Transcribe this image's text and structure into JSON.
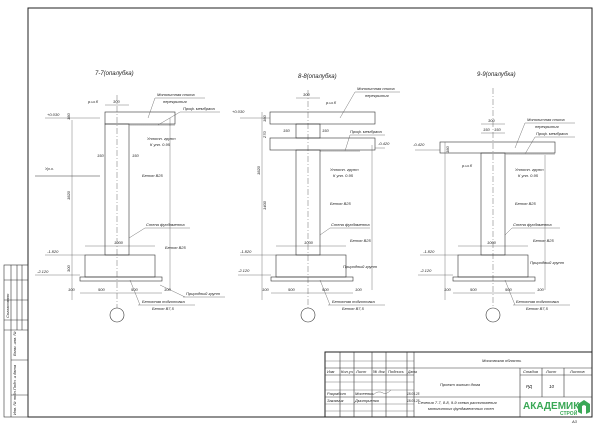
{
  "sections": [
    {
      "title": "7-7(опалубка)",
      "elev_top": "+0.030",
      "elev_mid": "-1.820",
      "elev_bot": "-2.120",
      "ground_mark": "Ур.з.",
      "dim_wall": "300",
      "dim_half_l": "150",
      "dim_half_r": "150",
      "dim_found": "1000",
      "dim_b1": "500",
      "dim_b2": "500",
      "dim_e1": "100",
      "dim_e2": "100",
      "dim_h_slab": "180",
      "dim_h_wall": "1820",
      "dim_h_found": "300",
      "dim_h_prep": "100",
      "rebar": "р.ш.б"
    },
    {
      "title": "8-8(опалубка)",
      "elev_top": "+0.030",
      "elev_slab2": "-0.420",
      "elev_mid": "-1.820",
      "elev_bot": "-2.120",
      "dim_wall": "300",
      "dim_half_l": "150",
      "dim_half_r": "150",
      "dim_found": "1000",
      "dim_b1": "500",
      "dim_b2": "500",
      "dim_e1": "100",
      "dim_e2": "100",
      "dim_h_slab": "180",
      "dim_h_gap": "270",
      "dim_h_wall": "1400",
      "dim_h_total": "1820",
      "rebar": "р.ш.б"
    },
    {
      "title": "9-9(опалубка)",
      "elev_top": "-0.420",
      "elev_mid": "-1.820",
      "elev_bot": "-2.120",
      "dim_wall": "300",
      "dim_half_l": "150",
      "dim_half_r": "150",
      "dim_found": "1000",
      "dim_b1": "500",
      "dim_b2": "500",
      "dim_e1": "100",
      "dim_e2": "100",
      "dim_h_slab": "180",
      "rebar": "р.ш.б"
    }
  ],
  "labels": {
    "slab_1": "Монолитная плита",
    "slab_2": "перекрытия",
    "membrane": "Проф. мембрана",
    "soil_1": "Уплотн. грунт",
    "soil_2": "К упл. 0.95",
    "concrete_wall": "Бетон В25",
    "found_wall": "Стена фундамента",
    "concrete_found": "Бетон В25",
    "natural_soil": "Природный грунт",
    "prep_1": "Бетонная подготовка",
    "prep_2": "Бетон В7,5"
  },
  "side_stamp": [
    "Согласовано",
    "Взам. инв. №",
    "Подп. и дата",
    "Инв. № подл."
  ],
  "title_block": {
    "region": "Московская область",
    "headers": [
      "Изм",
      "Кол.уч",
      "Лист",
      "№ док",
      "Подпись",
      "Дата"
    ],
    "rows": [
      {
        "role": "Разработ",
        "name": "Мосеенко",
        "date": "18.05.25"
      },
      {
        "role": "Заказчик",
        "name": "Дмитриенко",
        "date": "18.05.25"
      }
    ],
    "project": "Проект жилого дома",
    "stage_h": "Стадия",
    "sheet_h": "Лист",
    "sheets_h": "Листов",
    "stage": "РД",
    "sheet": "10",
    "sheet_title_1": "Сечения 7-7, 8-8, 9-9 схема расположения",
    "sheet_title_2": "монолитных фундаментных стен",
    "logo_1": "АКАДЕМИК",
    "logo_2": "СТРОЙ",
    "format": "А3"
  },
  "colors": {
    "logo": "#3aa856"
  }
}
